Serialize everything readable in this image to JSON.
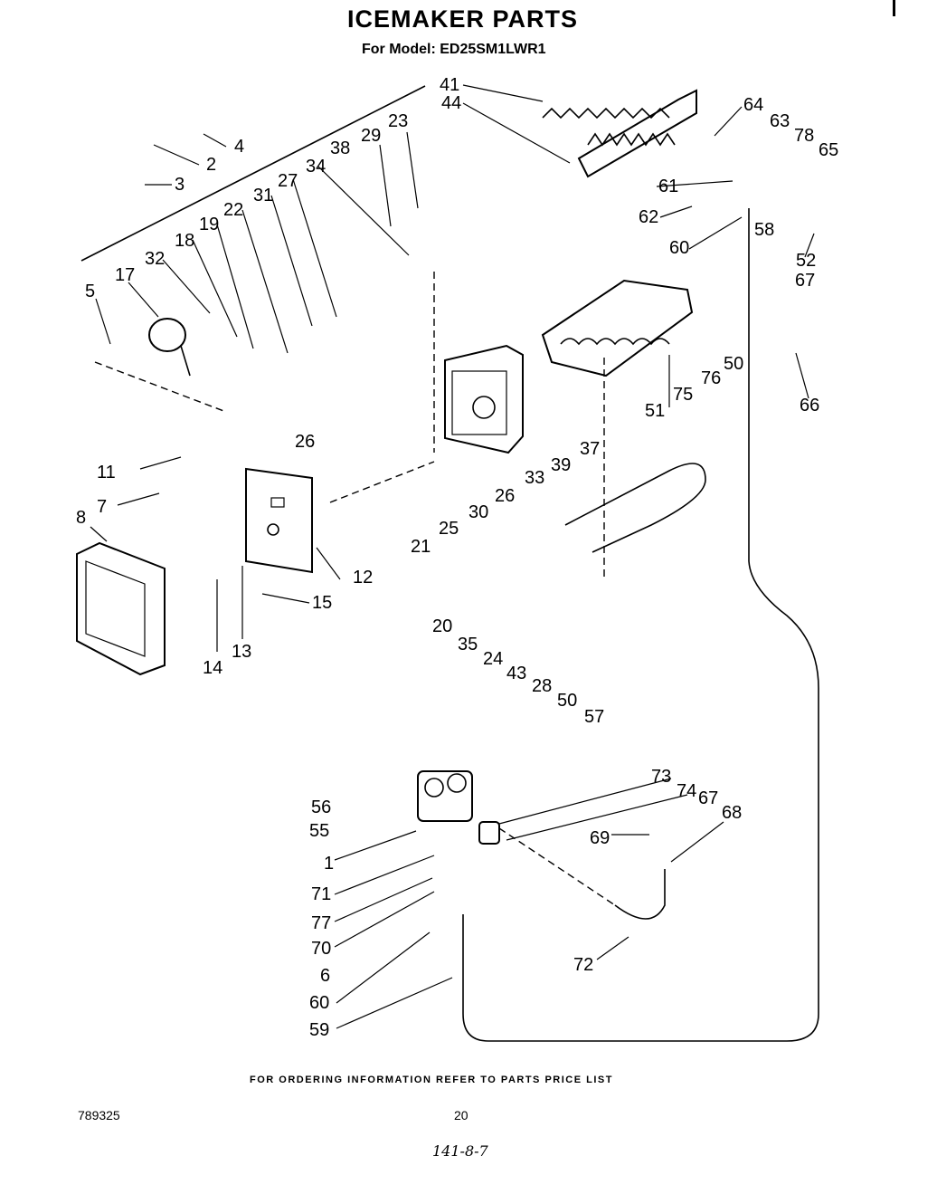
{
  "header": {
    "title": "ICEMAKER PARTS",
    "subtitle": "For Model: ED25SM1LWR1"
  },
  "footer": {
    "ordering_note": "FOR ORDERING INFORMATION REFER TO PARTS PRICE LIST",
    "doc_number": "789325",
    "page_number": "20",
    "handwritten_note": "141-8-7"
  },
  "callouts": [
    "41",
    "44",
    "23",
    "29",
    "38",
    "34",
    "27",
    "31",
    "22",
    "19",
    "18",
    "32",
    "17",
    "5",
    "4",
    "2",
    "3",
    "64",
    "63",
    "78",
    "65",
    "61",
    "62",
    "60",
    "58",
    "52",
    "67",
    "66",
    "50",
    "76",
    "75",
    "51",
    "37",
    "39",
    "33",
    "26",
    "30",
    "25",
    "21",
    "11",
    "7",
    "8",
    "12",
    "15",
    "13",
    "14",
    "20",
    "35",
    "24",
    "43",
    "28",
    "57",
    "73",
    "74",
    "68",
    "69",
    "56",
    "55",
    "1",
    "71",
    "77",
    "70",
    "6",
    "59",
    "72"
  ]
}
